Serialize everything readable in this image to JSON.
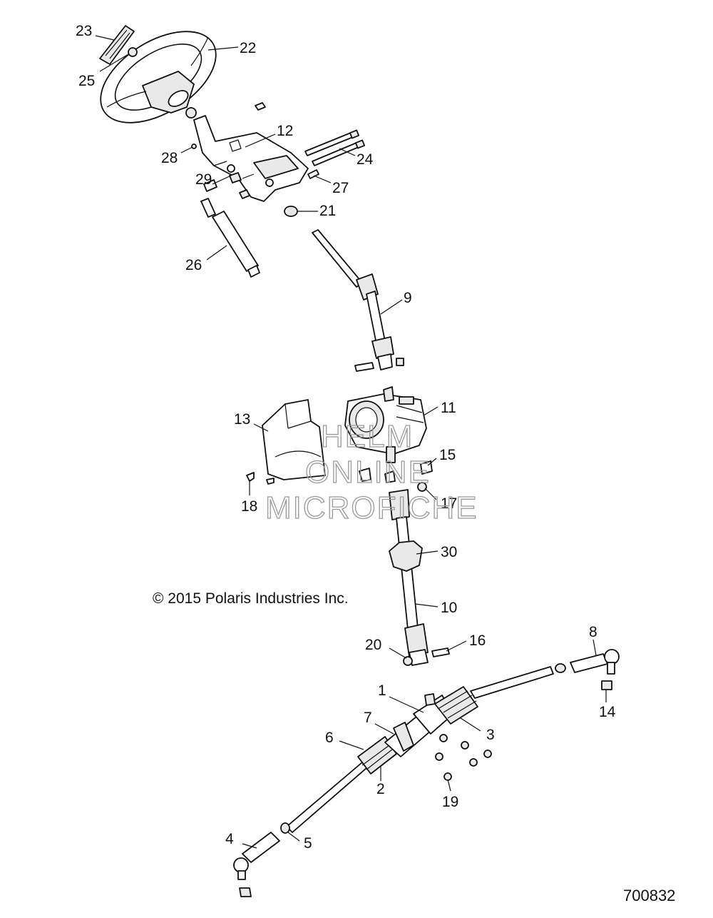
{
  "copyright": "© 2015 Polaris Industries Inc.",
  "reference_number": "700832",
  "watermark": [
    "HELM",
    "ONLINE",
    "MICROFICHE"
  ],
  "callouts": {
    "c1": "1",
    "c2": "2",
    "c3": "3",
    "c4": "4",
    "c5": "5",
    "c6": "6",
    "c7": "7",
    "c8": "8",
    "c9": "9",
    "c10": "10",
    "c11": "11",
    "c12": "12",
    "c13": "13",
    "c14": "14",
    "c15": "15",
    "c16": "16",
    "c17": "17",
    "c18": "18",
    "c19": "19",
    "c20": "20",
    "c21": "21",
    "c22": "22",
    "c23": "23",
    "c24": "24",
    "c25": "25",
    "c26": "26",
    "c27": "27",
    "c28": "28",
    "c29": "29",
    "c30": "30"
  }
}
